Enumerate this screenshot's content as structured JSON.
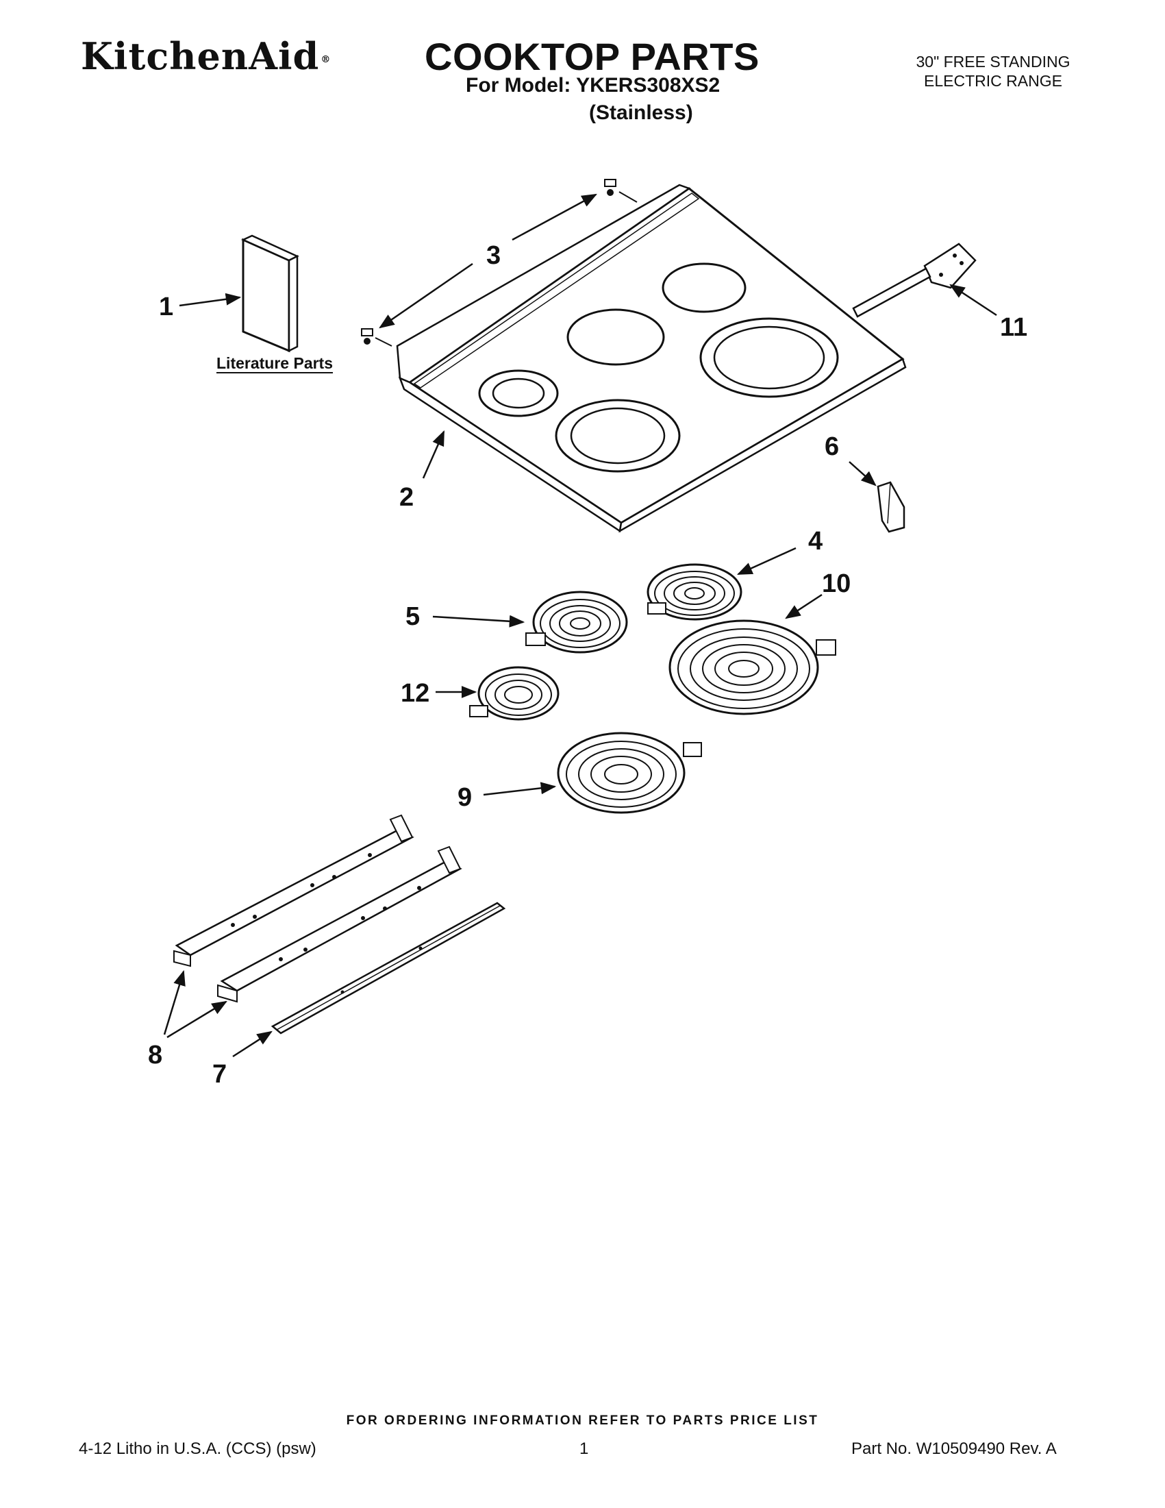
{
  "header": {
    "brand": "KitchenAid",
    "brand_mark": "®",
    "title": "COOKTOP PARTS",
    "model_line": "For Model: YKERS308XS2",
    "finish": "(Stainless)",
    "corner_line1": "30\" FREE STANDING",
    "corner_line2": "ELECTRIC RANGE"
  },
  "diagram": {
    "literature_label": "Literature Parts",
    "callouts": [
      "1",
      "2",
      "3",
      "4",
      "5",
      "6",
      "7",
      "8",
      "9",
      "10",
      "11",
      "12"
    ]
  },
  "footer": {
    "ordering": "FOR ORDERING INFORMATION REFER TO PARTS PRICE LIST",
    "litho": "4-12 Litho in U.S.A. (CCS) (psw)",
    "page": "1",
    "part_no": "Part No. W10509490 Rev. A"
  }
}
